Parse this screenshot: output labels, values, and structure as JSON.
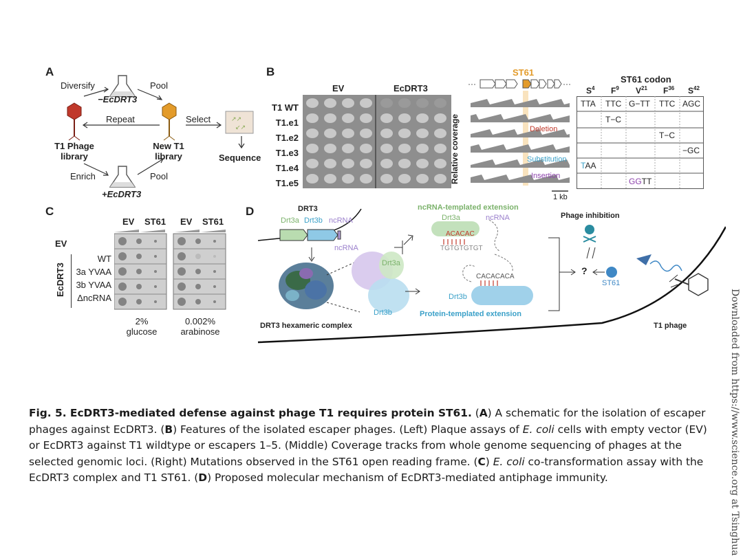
{
  "panelA": {
    "label": "A",
    "diversify": "Diversify",
    "minus_ecdrt3": "−EcDRT3",
    "pool_top": "Pool",
    "repeat": "Repeat",
    "select": "Select",
    "t1_phage_library_1": "T1 Phage",
    "t1_phage_library_2": "library",
    "new_t1_1": "New T1",
    "new_t1_2": "library",
    "sequence": "Sequence",
    "enrich": "Enrich",
    "pool_bottom": "Pool",
    "plus_ecdrt3": "+EcDRT3"
  },
  "panelB": {
    "label": "B",
    "col_ev": "EV",
    "col_ecdrt3": "EcDRT3",
    "rows": [
      "T1 WT",
      "T1.e1",
      "T1.e2",
      "T1.e3",
      "T1.e4",
      "T1.e5"
    ],
    "st61": "ST61",
    "relative_coverage": "Relative coverage",
    "deletion": "Deletion",
    "substitution": "Substitution",
    "insertion": "Insertion",
    "scale": "1 kb",
    "codon_title": "ST61 codon",
    "codon_headers": [
      "S4",
      "F9",
      "V21",
      "F36",
      "S42"
    ],
    "codon_header_letters": [
      "S",
      "F",
      "V",
      "F",
      "S"
    ],
    "codon_header_sups": [
      "4",
      "9",
      "21",
      "36",
      "42"
    ],
    "codon_wt": [
      "TTA",
      "TTC",
      "G−TT",
      "TTC",
      "AGC"
    ],
    "codon_e1": "T−C",
    "codon_e2": "T−C",
    "codon_e3": "−GC",
    "codon_e4_red": "T",
    "codon_e4_rest": "AA",
    "codon_e5_red": "GG",
    "codon_e5_rest": "TT"
  },
  "panelC": {
    "label": "C",
    "col_headers": [
      "EV",
      "ST61",
      "EV",
      "ST61"
    ],
    "ev_row": "EV",
    "ecdrt3": "EcDRT3",
    "rows": [
      "WT",
      "3a YVAA",
      "3b YVAA",
      "ΔncRNA"
    ],
    "glucose_1": "2%",
    "glucose_2": "glucose",
    "arabinose_1": "0.002%",
    "arabinose_2": "arabinose"
  },
  "panelD": {
    "label": "D",
    "drt3": "DRT3",
    "drt3a": "Drt3a",
    "drt3b": "Drt3b",
    "ncrna": "ncRNA",
    "ncrna_struct": "ncRNA",
    "drt3a_struct": "Drt3a",
    "drt3b_struct": "Drt3b",
    "hexamer": "DRT3 hexameric complex",
    "ncrna_ext": "ncRNA-templated extension",
    "ext_drt3a": "Drt3a",
    "ext_ncrna": "ncRNA",
    "acacac": "ACACAC",
    "tgt": "TGTGTGTGT",
    "cacaca": "CACACACA",
    "ext_drt3b": "Drt3b",
    "protein_ext": "Protein-templated extension",
    "phage_inhibition": "Phage inhibition",
    "question": "?",
    "st61": "ST61",
    "t1_phage": "T1 phage"
  },
  "caption": {
    "fig": "Fig. 5. EcDRT3-mediated defense against phage T1 requires protein ST61.",
    "a_tag": "A",
    "a_text": "A schematic for the isolation of escaper phages against EcDRT3.",
    "b_tag": "B",
    "b_text1": "Features of the isolated escaper phages. (Left) Plaque assays of",
    "ecoli1": "E. coli",
    "b_text2": "cells with empty vector (EV) or EcDRT3 against T1 wildtype or escapers 1–5. (Middle) Coverage tracks from whole genome sequencing of phages at the selected genomic loci. (Right) Mutations observed in the ST61 open reading frame.",
    "c_tag": "C",
    "ecoli2": "E. coli",
    "c_text": "co-transformation assay with the EcDRT3 complex and T1 ST61.",
    "d_tag": "D",
    "d_text": "Proposed molecular mechanism of EcDRT3-mediated antiphage immunity."
  },
  "sidebar": "Downloaded from https://www.science.org at Tsinghua",
  "colors": {
    "red_phage": "#c0392b",
    "orange_phage": "#e39b2a",
    "drt3a_green": "#b9dcb0",
    "drt3b_blue": "#8fc9e6",
    "ncrna_purple": "#b19ad6",
    "st61_blue": "#3f88c5"
  }
}
